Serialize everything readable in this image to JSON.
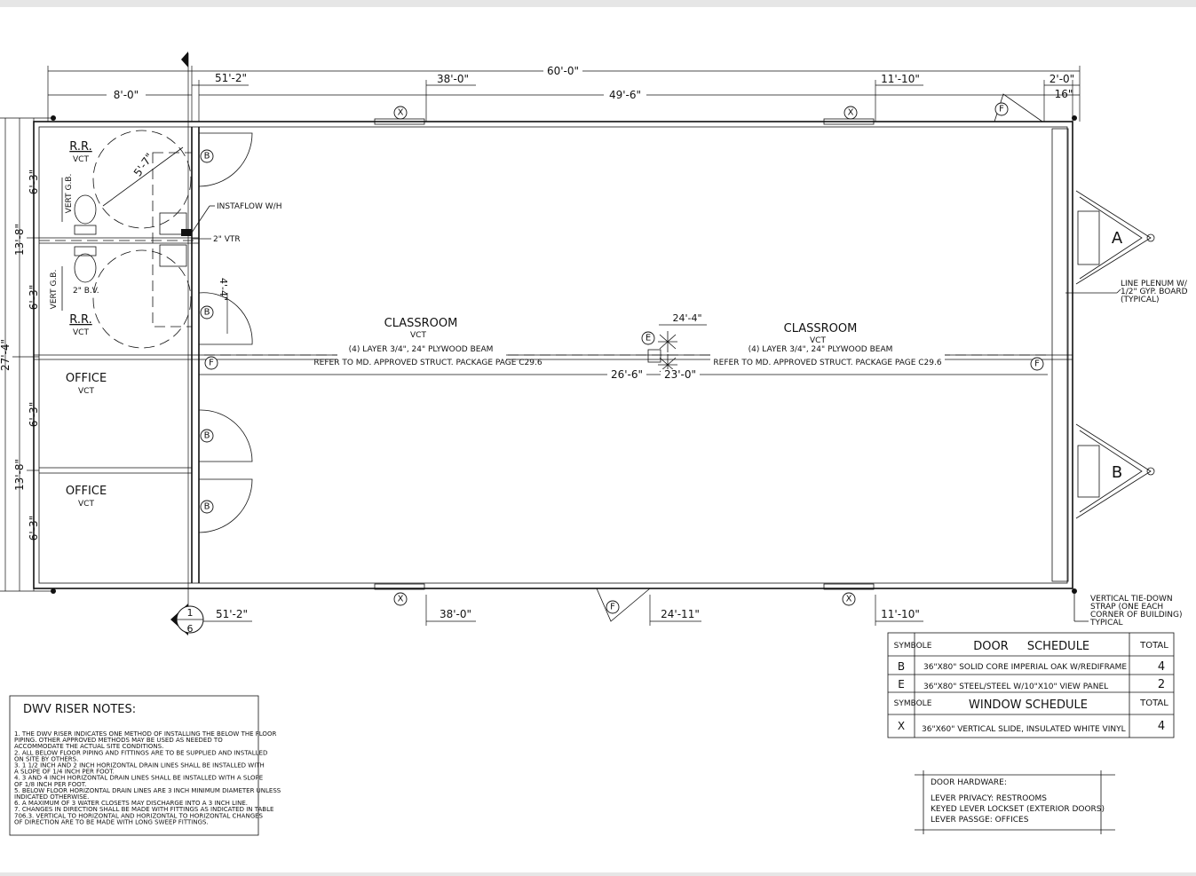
{
  "dimensions": {
    "overall_length": "60'-0\"",
    "overall_width": "27'-4\"",
    "top_left": "8'-0\"",
    "top_51": "51'-2\"",
    "top_38": "38'-0\"",
    "top_49": "49'-6\"",
    "top_11": "11'-10\"",
    "top_2": "2'-0\"",
    "top_16": "16\"",
    "left_13a": "13'-8\"",
    "left_13b": "13'-8\"",
    "left_6a": "6'-3\"",
    "left_6b": "6'-3\"",
    "left_6c": "6'-3\"",
    "left_6d": "6'-3\"",
    "diag_5": "5'-7\"",
    "door_4": "4'-4\"",
    "mid_24_4": "24'-4\"",
    "mid_26_6": "26'-6\"",
    "mid_23": "23'-0\"",
    "bot_51": "51'-2\"",
    "bot_38": "38'-0\"",
    "bot_24_11": "24'-11\"",
    "bot_11": "11'-10\""
  },
  "rooms": {
    "rr1": {
      "name": "R.R.",
      "floor": "VCT"
    },
    "rr2": {
      "name": "R.R.",
      "floor": "VCT"
    },
    "office1": {
      "name": "OFFICE",
      "floor": "VCT"
    },
    "office2": {
      "name": "OFFICE",
      "floor": "VCT"
    },
    "classroom1": {
      "name": "CLASSROOM",
      "floor": "VCT"
    },
    "classroom2": {
      "name": "CLASSROOM",
      "floor": "VCT"
    }
  },
  "beam_notes": {
    "line1": "(4) LAYER 3/4\", 24\" PLYWOOD BEAM",
    "line2": "REFER TO MD. APPROVED STRUCT. PACKAGE PAGE C29.6"
  },
  "callouts": {
    "instaflow": "INSTAFLOW W/H",
    "vtr": "2\" VTR",
    "bv": "2\" B.V.",
    "vert_gb": "VERT G.B.",
    "plenum_1": "LINE PLENUM W/",
    "plenum_2": "1/2\" GYP. BOARD",
    "plenum_3": "(TYPICAL)",
    "tiedown_1": "VERTICAL TIE-DOWN",
    "tiedown_2": "STRAP (ONE EACH",
    "tiedown_3": "CORNER OF BUILDING)",
    "tiedown_4": "TYPICAL"
  },
  "tags": {
    "door_b": "B",
    "door_e": "E",
    "door_f": "F",
    "window_x": "X",
    "hitch_a": "A",
    "hitch_b": "B",
    "section_num": "1",
    "section_page": "6"
  },
  "door_schedule": {
    "symbol_header": "SYMBOLE",
    "title_a": "DOOR",
    "title_b": "SCHEDULE",
    "total_header": "TOTAL",
    "rows": [
      {
        "symbol": "B",
        "description": "36\"X80\" SOLID CORE IMPERIAL OAK W/REDIFRAME",
        "total": "4"
      },
      {
        "symbol": "E",
        "description": "36\"X80\" STEEL/STEEL W/10\"X10\" VIEW PANEL",
        "total": "2"
      }
    ]
  },
  "window_schedule": {
    "symbol_header": "SYMBOLE",
    "title": "WINDOW SCHEDULE",
    "total_header": "TOTAL",
    "rows": [
      {
        "symbol": "X",
        "description": "36\"X60\" VERTICAL SLIDE, INSULATED WHITE VINYL",
        "total": "4"
      }
    ]
  },
  "door_hardware": {
    "title": "DOOR HARDWARE:",
    "items": [
      "LEVER PRIVACY: RESTROOMS",
      "KEYED LEVER LOCKSET (EXTERIOR DOORS)",
      "LEVER PASSGE: OFFICES"
    ]
  },
  "dwv_notes": {
    "title": "DWV RISER NOTES:",
    "lines": [
      "1. THE DWV RISER INDICATES ONE METHOD OF INSTALLING THE BELOW THE FLOOR",
      "    PIPING. OTHER APPROVED METHODS MAY BE USED AS NEEDED TO",
      "    ACCOMMODATE THE ACTUAL SITE CONDITIONS.",
      "2. ALL BELOW FLOOR PIPING AND FITTINGS ARE TO BE SUPPLIED AND INSTALLED",
      "    ON SITE BY OTHERS.",
      "3. 1 1/2 INCH AND 2 INCH HORIZONTAL DRAIN LINES SHALL BE INSTALLED WITH",
      "    A SLOPE OF 1/4 INCH PER FOOT.",
      "4. 3 AND 4 INCH HORIZONTAL DRAIN LINES SHALL BE INSTALLED WITH A SLOPE",
      "    OF 1/8 INCH PER FOOT.",
      "5. BELOW FLOOR HORIZONTAL DRAIN LINES ARE 3 INCH MINIMUM DIAMETER UNLESS",
      "    INDICATED OTHERWISE.",
      "6. A MAXIMUM OF 3 WATER CLOSETS MAY DISCHARGE INTO A 3 INCH LINE.",
      "7. CHANGES IN DIRECTION SHALL BE MADE WITH FITTINGS AS INDICATED IN TABLE",
      "    706.3. VERTICAL TO HORIZONTAL AND HORIZONTAL TO HORIZONTAL CHANGES",
      "    OF DIRECTION ARE TO BE MADE WITH LONG SWEEP FITTINGS."
    ]
  }
}
